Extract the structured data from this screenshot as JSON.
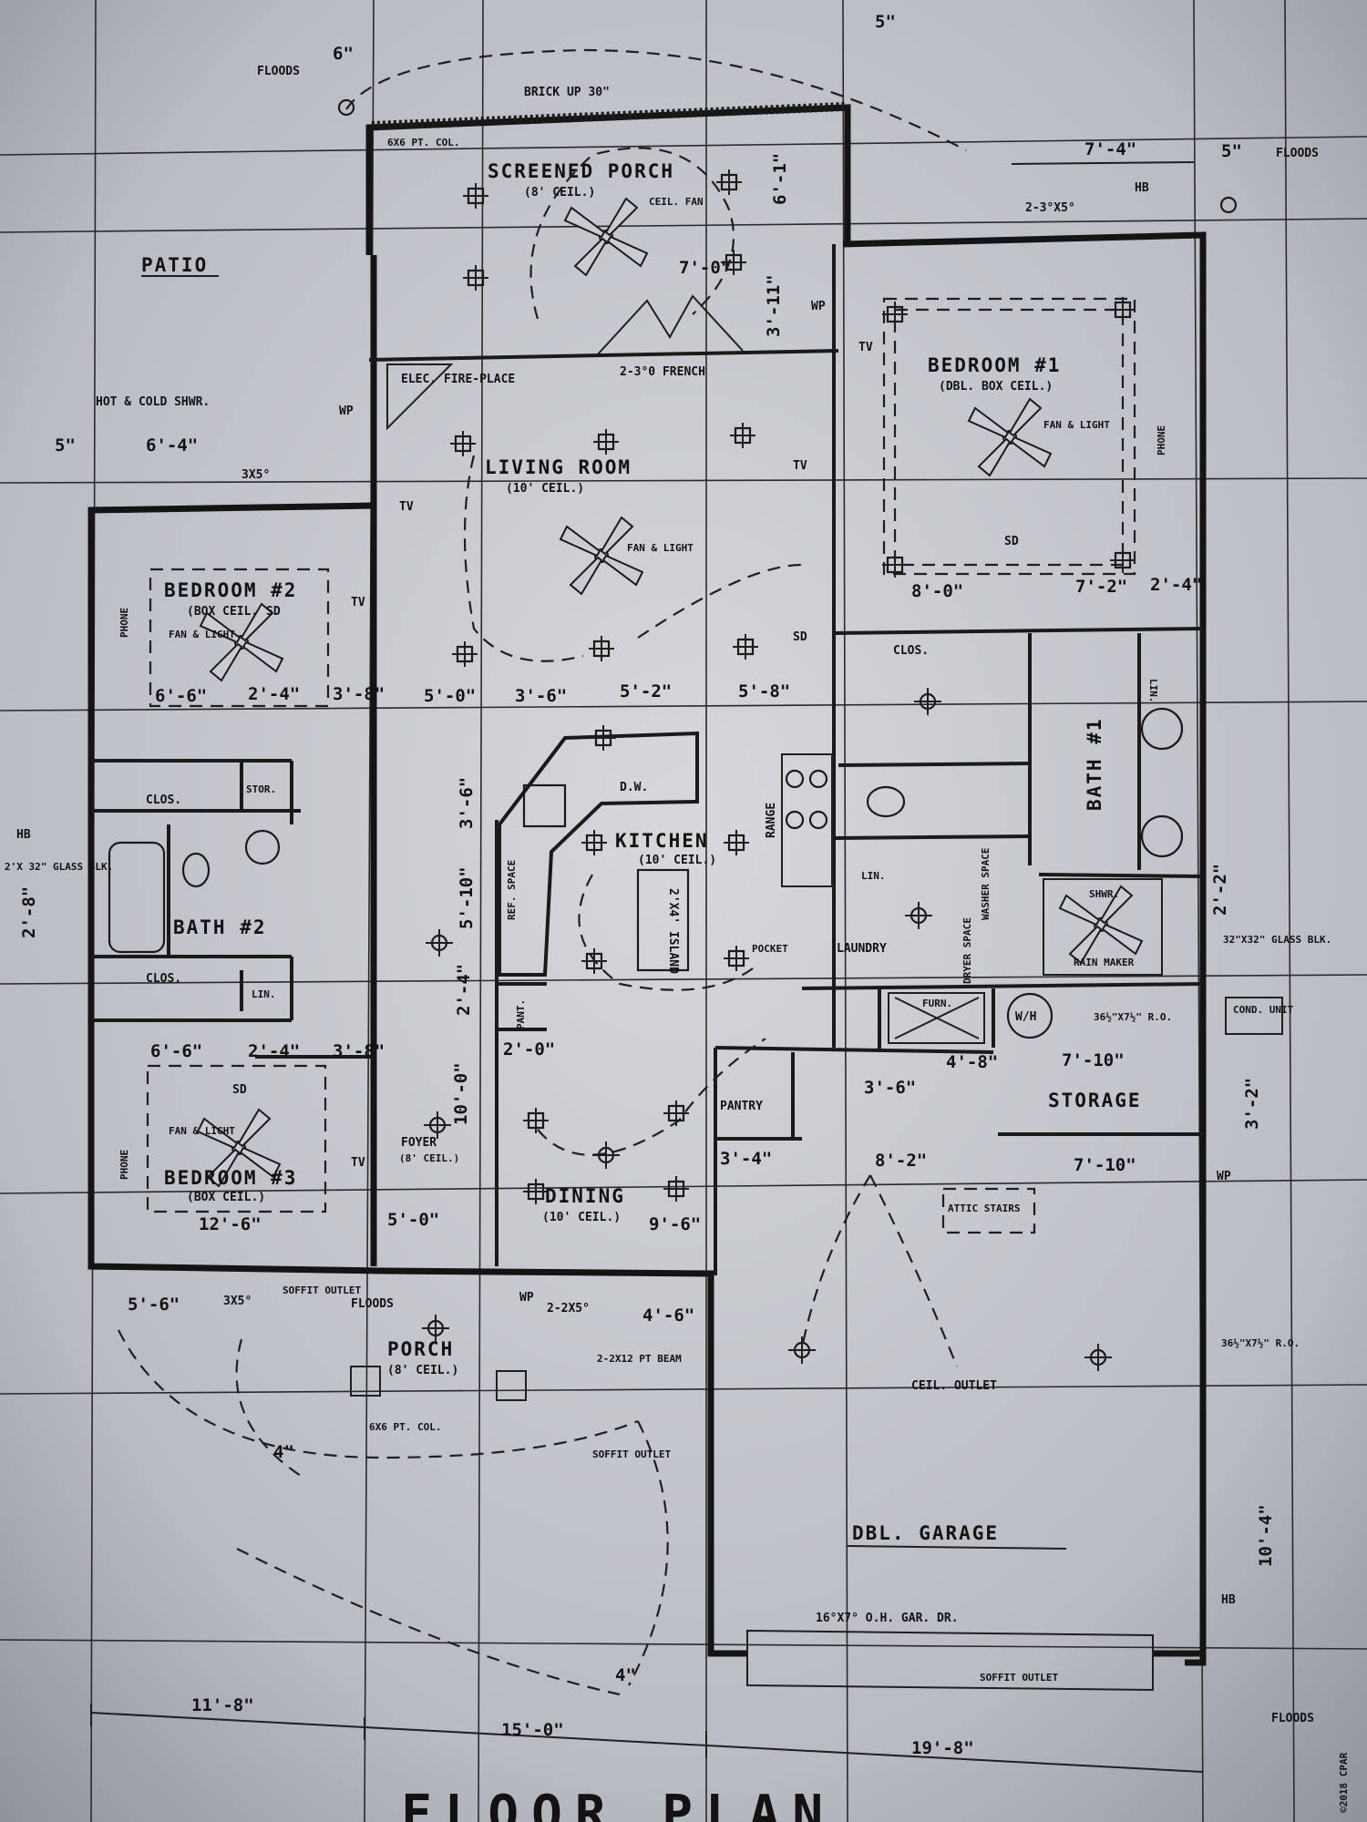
{
  "rooms": {
    "screened_porch": "SCREENED PORCH",
    "screened_porch_ceil": "(8' CEIL.)",
    "patio": "PATIO",
    "living_room": "LIVING ROOM",
    "living_room_ceil": "(10' CEIL.)",
    "bedroom1": "BEDROOM #1",
    "bedroom1_ceil": "(DBL. BOX CEIL.)",
    "bedroom2": "BEDROOM #2",
    "bedroom2_ceil": "(BOX CEIL.)",
    "bedroom3": "BEDROOM #3",
    "bedroom3_ceil": "(BOX CEIL.)",
    "kitchen": "KITCHEN",
    "kitchen_ceil": "(10' CEIL.)",
    "island": "2'X4' ISLAND",
    "bath1": "BATH #1",
    "bath2": "BATH #2",
    "laundry": "LAUNDRY",
    "foyer": "FOYER",
    "foyer_ceil": "(8' CEIL.)",
    "dining": "DINING",
    "dining_ceil": "(10' CEIL.)",
    "pantry": "PANTRY",
    "storage": "STORAGE",
    "porch": "PORCH",
    "porch_ceil": "(8' CEIL.)",
    "garage": "DBL. GARAGE",
    "attic": "ATTIC STAIRS",
    "clos": "CLOS.",
    "lin": "LIN.",
    "stor": "STOR.",
    "shwr": "SHWR.",
    "rain_maker": "RAIN MAKER",
    "furn": "FURN.",
    "wh": "W/H",
    "cond_unit": "COND. UNIT",
    "range": "RANGE",
    "dw": "D.W.",
    "pant": "PANT.",
    "dryer_space": "DRYER SPACE",
    "washer_space": "WASHER SPACE"
  },
  "notes": {
    "floods": "FLOODS",
    "brick_up": "BRICK UP 30\"",
    "col_6x6": "6X6 PT. COL.",
    "cell_fan": "CEIL. FAN",
    "fan_light": "FAN & LIGHT",
    "french_door": "2-3°0 FRENCH",
    "elec_fireplace": "ELEC. FIRE-PLACE",
    "hot_cold": "HOT & COLD SHWR.",
    "hb": "HB",
    "tv": "TV",
    "wp": "WP",
    "sd": "SD",
    "phone": "PHONE",
    "glass_block_left": "2'X 32\" GLASS BLK.",
    "glass_block_right": "32\"X32\" GLASS BLK.",
    "window_2_3x5": "2-3°X5°",
    "window_3x5": "3X5°",
    "window_2_2x5": "2-2X5°",
    "beam": "2-2X12 PT BEAM",
    "soffit_outlet": "SOFFIT OUTLET",
    "ceil_outlet": "CEIL. OUTLET",
    "garage_door": "16°X7° O.H. GAR. DR.",
    "ro_1": "36½\"X7½\" R.O.",
    "ro_2": "36½\"X7½\" R.O.",
    "ref_space": "REF. SPACE",
    "pocket": "POCKET"
  },
  "dims": {
    "d_6in_a": "6\"",
    "d_5in_a": "5\"",
    "d_7_4": "7'-4\"",
    "d_5in_b": "5\"",
    "d_6_4": "6'-4\"",
    "d_5in_c": "5\"",
    "d_7_0": "7'-0\"",
    "d_3_11": "3'-11\"",
    "d_6_1": "6'-1\"",
    "d_8_0": "8'-0\"",
    "d_7_2": "7'-2\"",
    "d_2_4a": "2'-4\"",
    "d_6_6a": "6'-6\"",
    "d_2_4b": "2'-4\"",
    "d_3_8a": "3'-8\"",
    "d_5_0a": "5'-0\"",
    "d_3_6a": "3'-6\"",
    "d_5_2": "5'-2\"",
    "d_5_8": "5'-8\"",
    "d_3_6b": "3'-6\"",
    "d_5_10": "5'-10\"",
    "d_2_4c": "2'-4\"",
    "d_2_0": "2'-0\"",
    "d_10_0": "10'-0\"",
    "d_6_6b": "6'-6\"",
    "d_2_4d": "2'-4\"",
    "d_3_8b": "3'-8\"",
    "d_12_6": "12'-6\"",
    "d_5_0b": "5'-0\"",
    "d_9_6": "9'-6\"",
    "d_3_4": "3'-4\"",
    "d_8_2": "8'-2\"",
    "d_7_10a": "7'-10\"",
    "d_7_10b": "7'-10\"",
    "d_4_8": "4'-8\"",
    "d_3_6c": "3'-6\"",
    "d_2_8": "2'-8\"",
    "d_5_6": "5'-6\"",
    "d_4_6": "4'-6\"",
    "d_10_4": "10'-4\"",
    "d_3_2": "3'-2\"",
    "d_2_2": "2'-2\"",
    "d_4in_a": "4\"",
    "d_4in_b": "4\"",
    "d_11_8": "11'-8\"",
    "d_15_0": "15'-0\"",
    "d_19_8": "19'-8\""
  },
  "title_partial": "FLOOR PLAN",
  "watermark": "©2018 CPAR"
}
